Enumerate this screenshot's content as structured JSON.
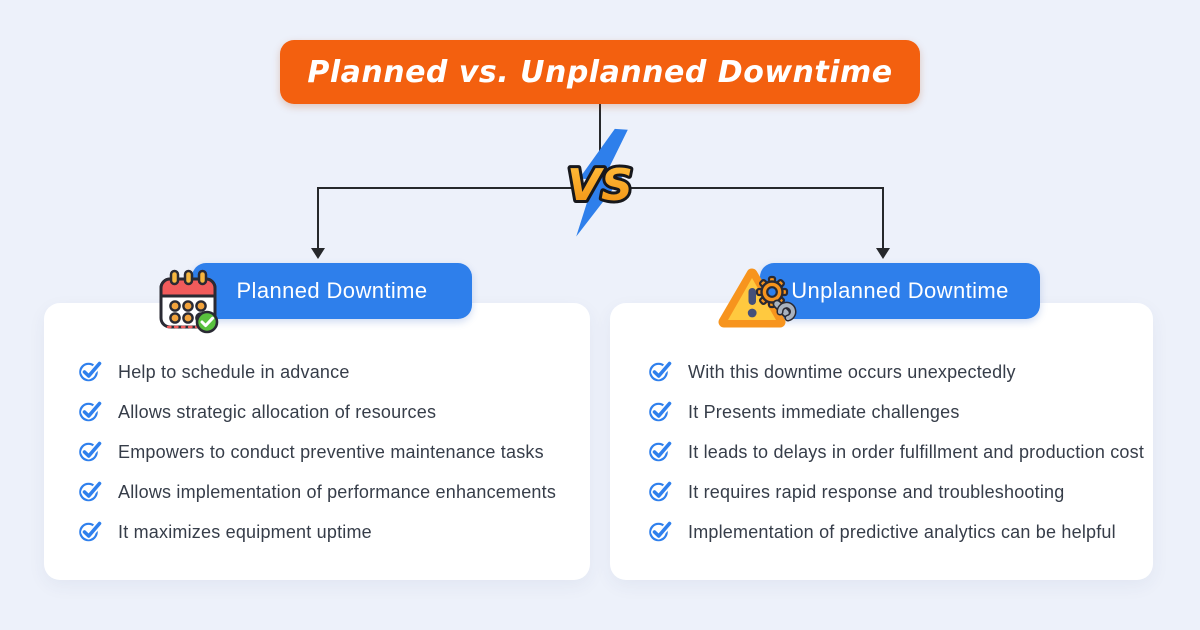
{
  "title": "Planned vs. Unplanned Downtime",
  "vs_badge": "VS",
  "columns": {
    "left": {
      "header": "Planned Downtime",
      "icon": "calendar-check-icon",
      "items": [
        "Help to schedule in advance",
        "Allows strategic allocation of resources",
        "Empowers to conduct preventive maintenance tasks",
        "Allows implementation of performance enhancements",
        "It maximizes equipment uptime"
      ]
    },
    "right": {
      "header": "Unplanned Downtime",
      "icon": "warning-gear-icon",
      "items": [
        "With this downtime occurs unexpectedly",
        "It Presents immediate challenges",
        "It leads to delays in order fulfillment and production cost",
        "It requires rapid response and troubleshooting",
        "Implementation of predictive analytics can be helpful"
      ]
    }
  },
  "colors": {
    "background": "#EDF1FA",
    "banner_orange": "#F3600F",
    "pill_blue": "#2E7FEB",
    "check_blue": "#2F80ED",
    "bolt_blue": "#2E7FEB",
    "vs_orange_top": "#FFBE3D",
    "vs_orange_bottom": "#F29111",
    "card_white": "#FFFFFF",
    "text_dark": "#363D49",
    "connector_dark": "#26282B",
    "calendar_red": "#F15B5B",
    "calendar_dot_orange": "#F2A33C",
    "badge_green": "#59C13D",
    "warning_yellow": "#FFC93F",
    "warning_border_orange": "#F7941D"
  }
}
